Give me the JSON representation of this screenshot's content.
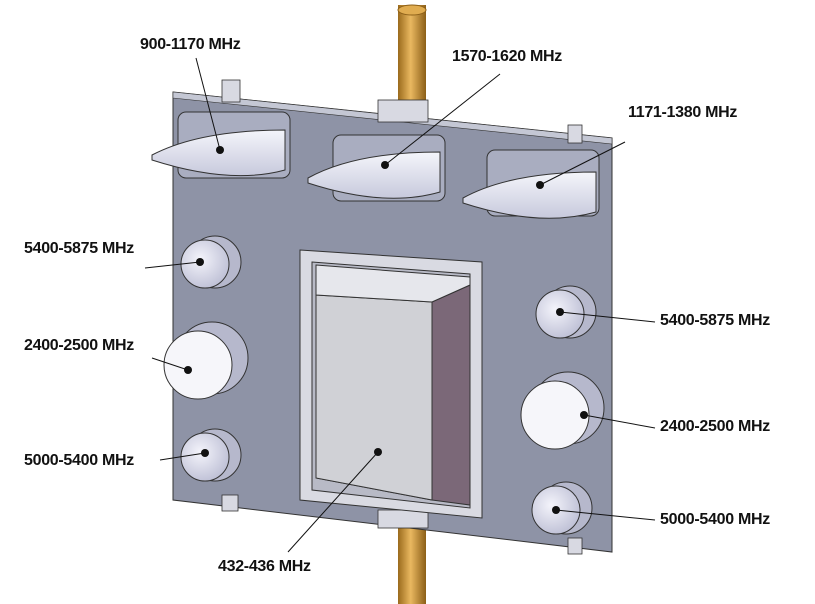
{
  "labels": {
    "top_left": "900-1170 MHz",
    "top_center": "1570-1620 MHz",
    "top_right": "1171-1380 MHz",
    "left_upper": "5400-5875 MHz",
    "left_middle": "2400-2500 MHz",
    "left_lower": "5000-5400 MHz",
    "right_upper": "5400-5875 MHz",
    "right_middle": "2400-2500 MHz",
    "right_lower": "5000-5400 MHz",
    "bottom_center": "432-436 MHz"
  },
  "colors": {
    "panel": "#8e93a6",
    "pole": "#c8902e",
    "antenna_face": "#e8e9f4"
  }
}
